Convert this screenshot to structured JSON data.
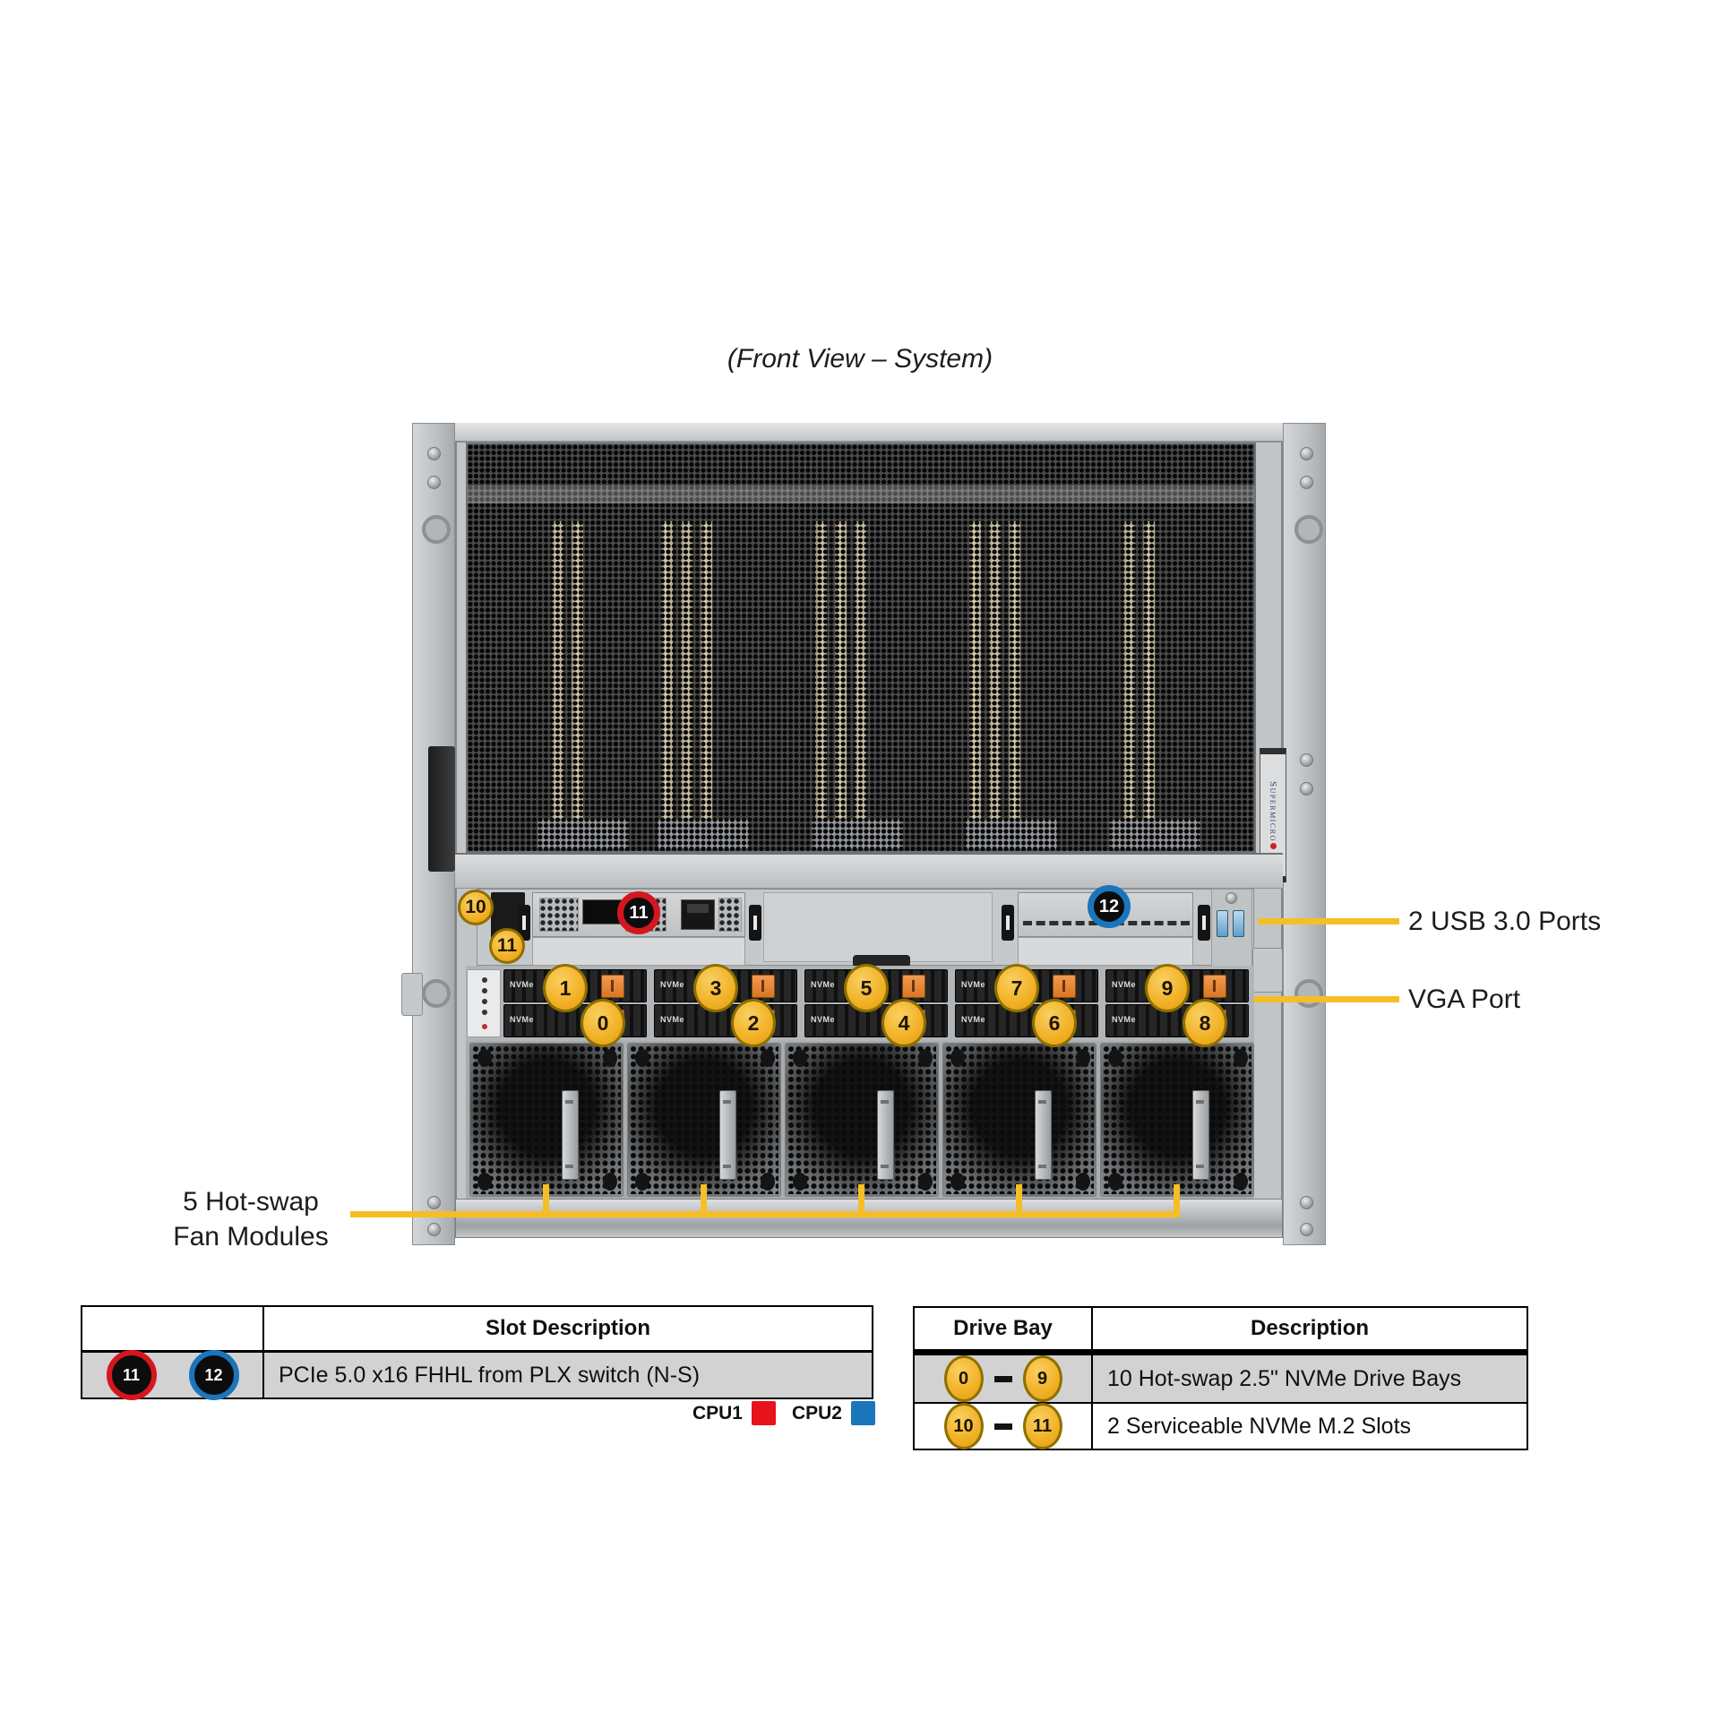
{
  "title": "(Front View – System)",
  "annotations": {
    "usb_label": "2 USB 3.0 Ports",
    "vga_label": "VGA Port",
    "fan_label_line1": "5 Hot-swap",
    "fan_label_line2": "Fan Modules"
  },
  "chassis": {
    "brand_badge": "Supermicro",
    "tray_label": "NVMe"
  },
  "callouts": {
    "m2_slots": [
      "10",
      "11"
    ],
    "pcie_slot_red": "11",
    "pcie_slot_blue": "12",
    "drive_bays_top": [
      "1",
      "3",
      "5",
      "7",
      "9"
    ],
    "drive_bays_bottom": [
      "0",
      "2",
      "4",
      "6",
      "8"
    ]
  },
  "slot_table": {
    "header": "Slot Description",
    "row": {
      "slot_red": "11",
      "slot_blue": "12",
      "description": "PCIe 5.0 x16 FHHL from PLX switch (N-S)"
    }
  },
  "cpu_legend": {
    "cpu1": "CPU1",
    "cpu2": "CPU2",
    "cpu1_color": "#e8121c",
    "cpu2_color": "#1b75bb"
  },
  "drive_table": {
    "headers": {
      "bay": "Drive Bay",
      "description": "Description"
    },
    "rows": [
      {
        "from": "0",
        "to": "9",
        "description": "10 Hot-swap 2.5\" NVMe Drive Bays"
      },
      {
        "from": "10",
        "to": "11",
        "description": "2 Serviceable NVMe M.2 Slots"
      }
    ]
  },
  "colors": {
    "leader_yellow": "#f5be26",
    "callout_yellow": "#f2b32a"
  }
}
